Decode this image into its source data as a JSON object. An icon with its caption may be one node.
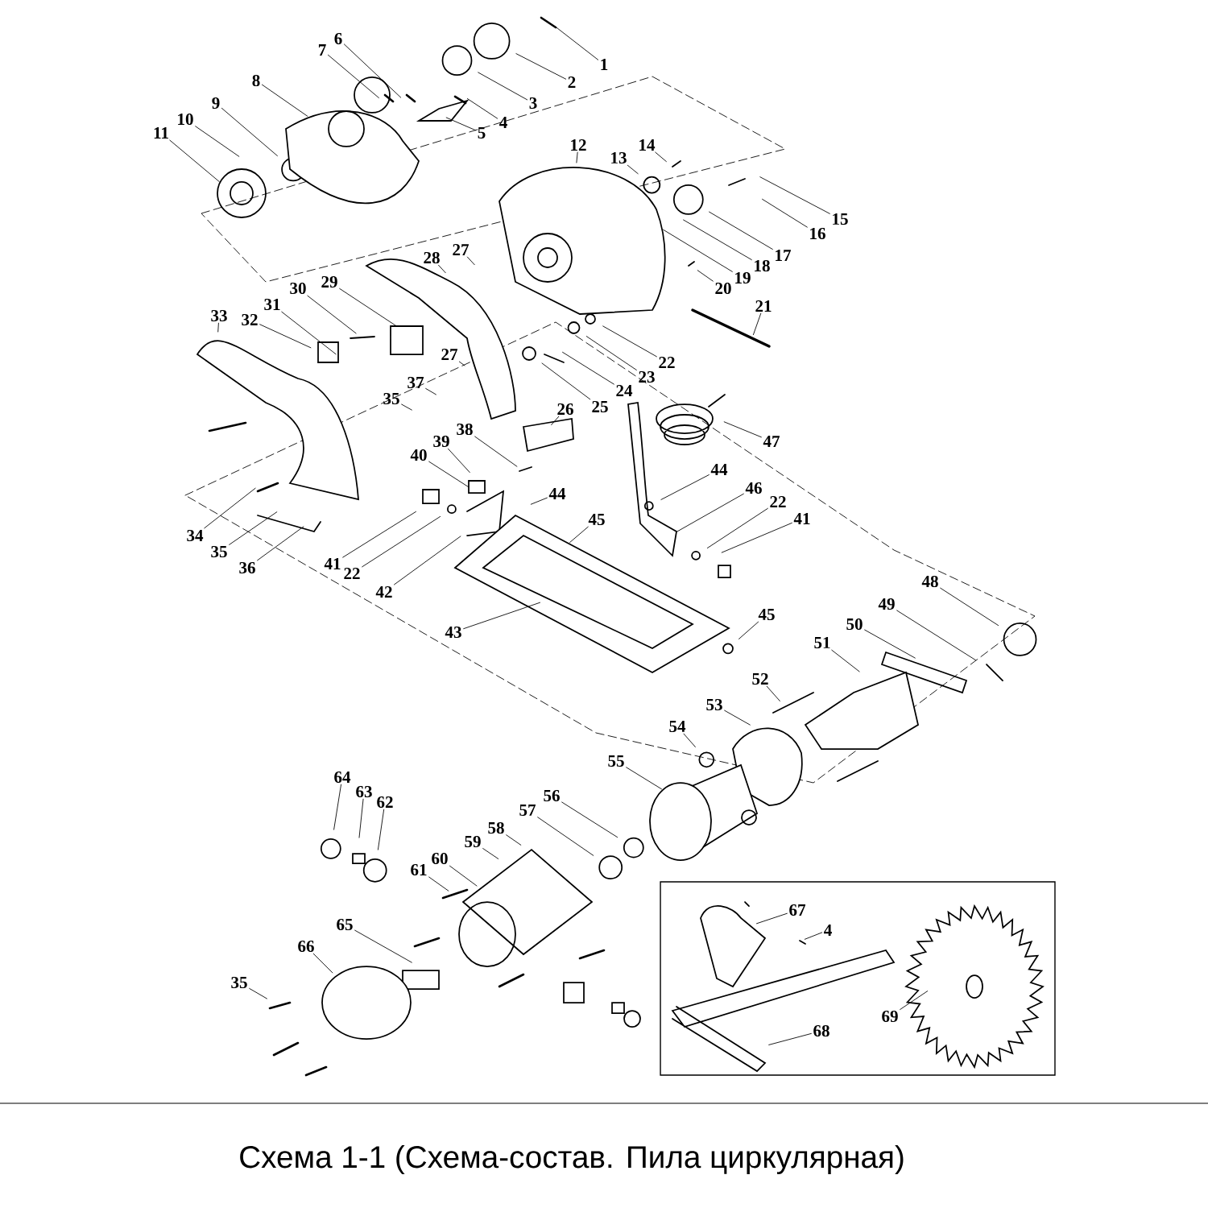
{
  "diagram": {
    "title": "Схема 1-1 (Схема-состав. Пила циркулярная)",
    "nodes": [
      {
        "text": [
          "1"
        ]
      },
      {
        "text": [
          "2"
        ]
      },
      {
        "text": [
          "3"
        ]
      },
      {
        "text": [
          "4"
        ]
      },
      {
        "text": [
          "5"
        ]
      },
      {
        "text": [
          "6"
        ]
      },
      {
        "text": [
          "7"
        ]
      },
      {
        "text": [
          "8"
        ]
      },
      {
        "text": [
          "9"
        ]
      },
      {
        "text": [
          "10"
        ]
      },
      {
        "text": [
          "11"
        ]
      },
      {
        "text": [
          "12"
        ]
      },
      {
        "text": [
          "13"
        ]
      },
      {
        "text": [
          "14"
        ]
      },
      {
        "text": [
          "15"
        ]
      },
      {
        "text": [
          "16"
        ]
      },
      {
        "text": [
          "17"
        ]
      },
      {
        "text": [
          "18"
        ]
      },
      {
        "text": [
          "19"
        ]
      },
      {
        "text": [
          "20"
        ]
      },
      {
        "text": [
          "21"
        ]
      },
      {
        "text": [
          "22"
        ]
      },
      {
        "text": [
          "23"
        ]
      },
      {
        "text": [
          "24"
        ]
      },
      {
        "text": [
          "25"
        ]
      },
      {
        "text": [
          "26"
        ]
      },
      {
        "text": [
          "27"
        ]
      },
      {
        "text": [
          "28"
        ]
      },
      {
        "text": [
          "29"
        ]
      },
      {
        "text": [
          "30"
        ]
      },
      {
        "text": [
          "31"
        ]
      },
      {
        "text": [
          "32"
        ]
      },
      {
        "text": [
          "33"
        ]
      },
      {
        "text": [
          "27"
        ]
      },
      {
        "text": [
          "35"
        ]
      },
      {
        "text": [
          "37"
        ]
      },
      {
        "text": [
          "38"
        ]
      },
      {
        "text": [
          "39"
        ]
      },
      {
        "text": [
          "40"
        ]
      },
      {
        "text": [
          "44"
        ]
      },
      {
        "text": [
          "45"
        ]
      },
      {
        "text": [
          "44"
        ]
      },
      {
        "text": [
          "46"
        ]
      },
      {
        "text": [
          "22"
        ]
      },
      {
        "text": [
          "41"
        ]
      },
      {
        "text": [
          "47"
        ]
      },
      {
        "text": [
          "34"
        ]
      },
      {
        "text": [
          "35"
        ]
      },
      {
        "text": [
          "36"
        ]
      },
      {
        "text": [
          "41"
        ]
      },
      {
        "text": [
          "22"
        ]
      },
      {
        "text": [
          "42"
        ]
      },
      {
        "text": [
          "43"
        ]
      },
      {
        "text": [
          "45"
        ]
      },
      {
        "text": [
          "48"
        ]
      },
      {
        "text": [
          "49"
        ]
      },
      {
        "text": [
          "50"
        ]
      },
      {
        "text": [
          "51"
        ]
      },
      {
        "text": [
          "52"
        ]
      },
      {
        "text": [
          "53"
        ]
      },
      {
        "text": [
          "54"
        ]
      },
      {
        "text": [
          "55"
        ]
      },
      {
        "text": [
          "56"
        ]
      },
      {
        "text": [
          "57"
        ]
      },
      {
        "text": [
          "58"
        ]
      },
      {
        "text": [
          "59"
        ]
      },
      {
        "text": [
          "60"
        ]
      },
      {
        "text": [
          "61"
        ]
      },
      {
        "text": [
          "64"
        ]
      },
      {
        "text": [
          "63"
        ]
      },
      {
        "text": [
          "62"
        ]
      },
      {
        "text": [
          "65"
        ]
      },
      {
        "text": [
          "66"
        ]
      },
      {
        "text": [
          "35"
        ]
      },
      {
        "text": [],
        "shape": "box"
      },
      {
        "text": [
          "67"
        ],
        "in": 74
      },
      {
        "text": [
          "4"
        ],
        "in": 74
      },
      {
        "text": [
          "68"
        ],
        "in": 74
      },
      {
        "text": [
          "69"
        ],
        "in": 74
      }
    ],
    "edges": [
      {
        "from": 0,
        "to": null,
        "arrow": "none"
      },
      {
        "from": 1,
        "to": null,
        "arrow": "none"
      },
      {
        "from": 2,
        "to": null,
        "arrow": "none"
      },
      {
        "from": 3,
        "to": null,
        "arrow": "none"
      },
      {
        "from": 4,
        "to": null,
        "arrow": "none"
      },
      {
        "from": 5,
        "to": null,
        "arrow": "none"
      },
      {
        "from": 6,
        "to": null,
        "arrow": "none"
      },
      {
        "from": 7,
        "to": null,
        "arrow": "none"
      },
      {
        "from": 8,
        "to": null,
        "arrow": "none"
      },
      {
        "from": 9,
        "to": null,
        "arrow": "none"
      },
      {
        "from": 10,
        "to": null,
        "arrow": "none"
      },
      {
        "from": 11,
        "to": null,
        "arrow": "none"
      },
      {
        "from": 12,
        "to": null,
        "arrow": "none"
      },
      {
        "from": 13,
        "to": null,
        "arrow": "none"
      },
      {
        "from": 14,
        "to": null,
        "arrow": "none"
      },
      {
        "from": 15,
        "to": null,
        "arrow": "none"
      },
      {
        "from": 16,
        "to": null,
        "arrow": "none"
      },
      {
        "from": 17,
        "to": null,
        "arrow": "none"
      },
      {
        "from": 18,
        "to": null,
        "arrow": "none"
      },
      {
        "from": 19,
        "to": null,
        "arrow": "none"
      },
      {
        "from": 20,
        "to": null,
        "arrow": "none"
      },
      {
        "from": 21,
        "to": null,
        "arrow": "none"
      },
      {
        "from": 22,
        "to": null,
        "arrow": "none"
      },
      {
        "from": 23,
        "to": null,
        "arrow": "none"
      },
      {
        "from": 24,
        "to": null,
        "arrow": "none"
      },
      {
        "from": 25,
        "to": null,
        "arrow": "none"
      },
      {
        "from": 26,
        "to": null,
        "arrow": "none"
      },
      {
        "from": 27,
        "to": null,
        "arrow": "none"
      },
      {
        "from": 28,
        "to": null,
        "arrow": "none"
      },
      {
        "from": 29,
        "to": null,
        "arrow": "none"
      },
      {
        "from": 30,
        "to": null,
        "arrow": "none"
      },
      {
        "from": 31,
        "to": null,
        "arrow": "none"
      },
      {
        "from": 32,
        "to": null,
        "arrow": "none"
      },
      {
        "from": 33,
        "to": null,
        "arrow": "none"
      },
      {
        "from": 34,
        "to": null,
        "arrow": "none"
      },
      {
        "from": 35,
        "to": null,
        "arrow": "none"
      },
      {
        "from": 36,
        "to": null,
        "arrow": "none"
      },
      {
        "from": 37,
        "to": null,
        "arrow": "none"
      },
      {
        "from": 38,
        "to": null,
        "arrow": "none"
      },
      {
        "from": 39,
        "to": null,
        "arrow": "none"
      },
      {
        "from": 40,
        "to": null,
        "arrow": "none"
      },
      {
        "from": 41,
        "to": null,
        "arrow": "none"
      },
      {
        "from": 42,
        "to": null,
        "arrow": "none"
      },
      {
        "from": 43,
        "to": null,
        "arrow": "none"
      },
      {
        "from": 44,
        "to": null,
        "arrow": "none"
      },
      {
        "from": 45,
        "to": null,
        "arrow": "none"
      },
      {
        "from": 46,
        "to": null,
        "arrow": "none"
      },
      {
        "from": 47,
        "to": null,
        "arrow": "none"
      },
      {
        "from": 48,
        "to": null,
        "arrow": "none"
      },
      {
        "from": 49,
        "to": null,
        "arrow": "none"
      },
      {
        "from": 50,
        "to": null,
        "arrow": "none"
      },
      {
        "from": 51,
        "to": null,
        "arrow": "none"
      },
      {
        "from": 52,
        "to": null,
        "arrow": "none"
      },
      {
        "from": 53,
        "to": null,
        "arrow": "none"
      },
      {
        "from": 54,
        "to": null,
        "arrow": "none"
      },
      {
        "from": 55,
        "to": null,
        "arrow": "none"
      },
      {
        "from": 56,
        "to": null,
        "arrow": "none"
      },
      {
        "from": 57,
        "to": null,
        "arrow": "none"
      },
      {
        "from": 58,
        "to": null,
        "arrow": "none"
      },
      {
        "from": 59,
        "to": null,
        "arrow": "none"
      },
      {
        "from": 60,
        "to": null,
        "arrow": "none"
      },
      {
        "from": 61,
        "to": null,
        "arrow": "none"
      },
      {
        "from": 62,
        "to": null,
        "arrow": "none"
      },
      {
        "from": 63,
        "to": null,
        "arrow": "none"
      },
      {
        "from": 64,
        "to": null,
        "arrow": "none"
      },
      {
        "from": 65,
        "to": null,
        "arrow": "none"
      },
      {
        "from": 66,
        "to": null,
        "arrow": "none"
      },
      {
        "from": 67,
        "to": null,
        "arrow": "none"
      },
      {
        "from": 68,
        "to": null,
        "arrow": "none"
      },
      {
        "from": 69,
        "to": null,
        "arrow": "none"
      },
      {
        "from": 70,
        "to": null,
        "arrow": "none"
      },
      {
        "from": 71,
        "to": null,
        "arrow": "none"
      },
      {
        "from": 72,
        "to": null,
        "arrow": "none"
      },
      {
        "from": 73,
        "to": null,
        "arrow": "none"
      },
      {
        "from": 75,
        "to": null,
        "arrow": "none"
      },
      {
        "from": 76,
        "to": null,
        "arrow": "none"
      },
      {
        "from": 77,
        "to": null,
        "arrow": "none"
      },
      {
        "from": 78,
        "to": null,
        "arrow": "none"
      }
    ]
  }
}
